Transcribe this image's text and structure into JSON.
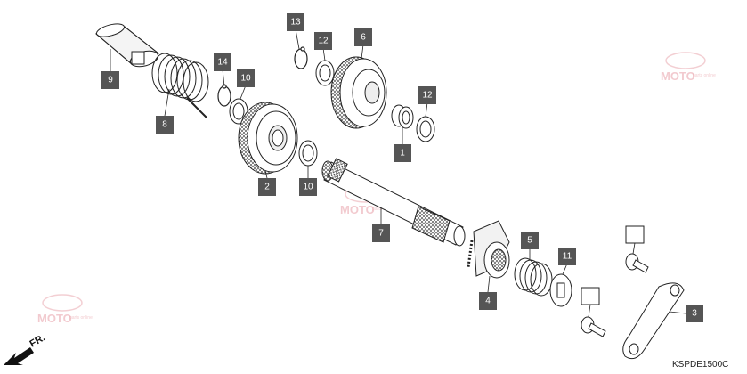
{
  "diagram": {
    "callouts": [
      {
        "id": "c1",
        "number": "1"
      },
      {
        "id": "c2",
        "number": "2"
      },
      {
        "id": "c3",
        "number": "3"
      },
      {
        "id": "c4",
        "number": "4"
      },
      {
        "id": "c5",
        "number": "5"
      },
      {
        "id": "c6",
        "number": "6"
      },
      {
        "id": "c7",
        "number": "7"
      },
      {
        "id": "c8",
        "number": "8"
      },
      {
        "id": "c9",
        "number": "9"
      },
      {
        "id": "c10a",
        "number": "10"
      },
      {
        "id": "c10b",
        "number": "10"
      },
      {
        "id": "c11",
        "number": "11"
      },
      {
        "id": "c12a",
        "number": "12"
      },
      {
        "id": "c12b",
        "number": "12"
      },
      {
        "id": "c13",
        "number": "13"
      },
      {
        "id": "c14",
        "number": "14"
      },
      {
        "id": "c_blank1",
        "number": ""
      },
      {
        "id": "c_blank2",
        "number": ""
      }
    ],
    "diagram_code": "KSPDE1500C",
    "direction_label": "FR.",
    "watermark_text": "MOTO",
    "watermark_sub": "parts  online"
  },
  "colors": {
    "callout_fill": "#555555",
    "callout_text": "#ffffff",
    "line": "#222222",
    "watermark": "#e8a0a8"
  }
}
